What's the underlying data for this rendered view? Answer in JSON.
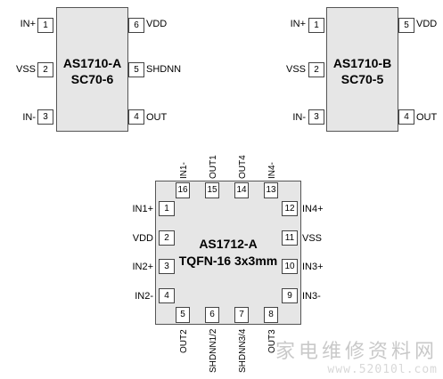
{
  "chip_a": {
    "name": "AS1710-A",
    "package": "SC70-6",
    "pins": [
      {
        "num": "1",
        "label": "IN+"
      },
      {
        "num": "2",
        "label": "VSS"
      },
      {
        "num": "3",
        "label": "IN-"
      },
      {
        "num": "4",
        "label": "OUT"
      },
      {
        "num": "5",
        "label": "SHDNN"
      },
      {
        "num": "6",
        "label": "VDD"
      }
    ]
  },
  "chip_b": {
    "name": "AS1710-B",
    "package": "SC70-5",
    "pins": [
      {
        "num": "1",
        "label": "IN+"
      },
      {
        "num": "2",
        "label": "VSS"
      },
      {
        "num": "3",
        "label": "IN-"
      },
      {
        "num": "4",
        "label": "OUT"
      },
      {
        "num": "5",
        "label": "VDD"
      }
    ]
  },
  "chip_c": {
    "name": "AS1712-A",
    "package": "TQFN-16 3x3mm",
    "pins": [
      {
        "num": "1",
        "label": "IN1+"
      },
      {
        "num": "2",
        "label": "VDD"
      },
      {
        "num": "3",
        "label": "IN2+"
      },
      {
        "num": "4",
        "label": "IN2-"
      },
      {
        "num": "5",
        "label": "OUT2"
      },
      {
        "num": "6",
        "label": "SHDNN1/2"
      },
      {
        "num": "7",
        "label": "SHDNN3/4"
      },
      {
        "num": "8",
        "label": "OUT3"
      },
      {
        "num": "9",
        "label": "IN3-"
      },
      {
        "num": "10",
        "label": "IN3+"
      },
      {
        "num": "11",
        "label": "VSS"
      },
      {
        "num": "12",
        "label": "IN4+"
      },
      {
        "num": "13",
        "label": "IN4-"
      },
      {
        "num": "14",
        "label": "OUT4"
      },
      {
        "num": "15",
        "label": "OUT1"
      },
      {
        "num": "16",
        "label": "IN1-"
      }
    ]
  },
  "watermark": {
    "text": "家电维修资料网",
    "url": "www.52010l.com"
  }
}
